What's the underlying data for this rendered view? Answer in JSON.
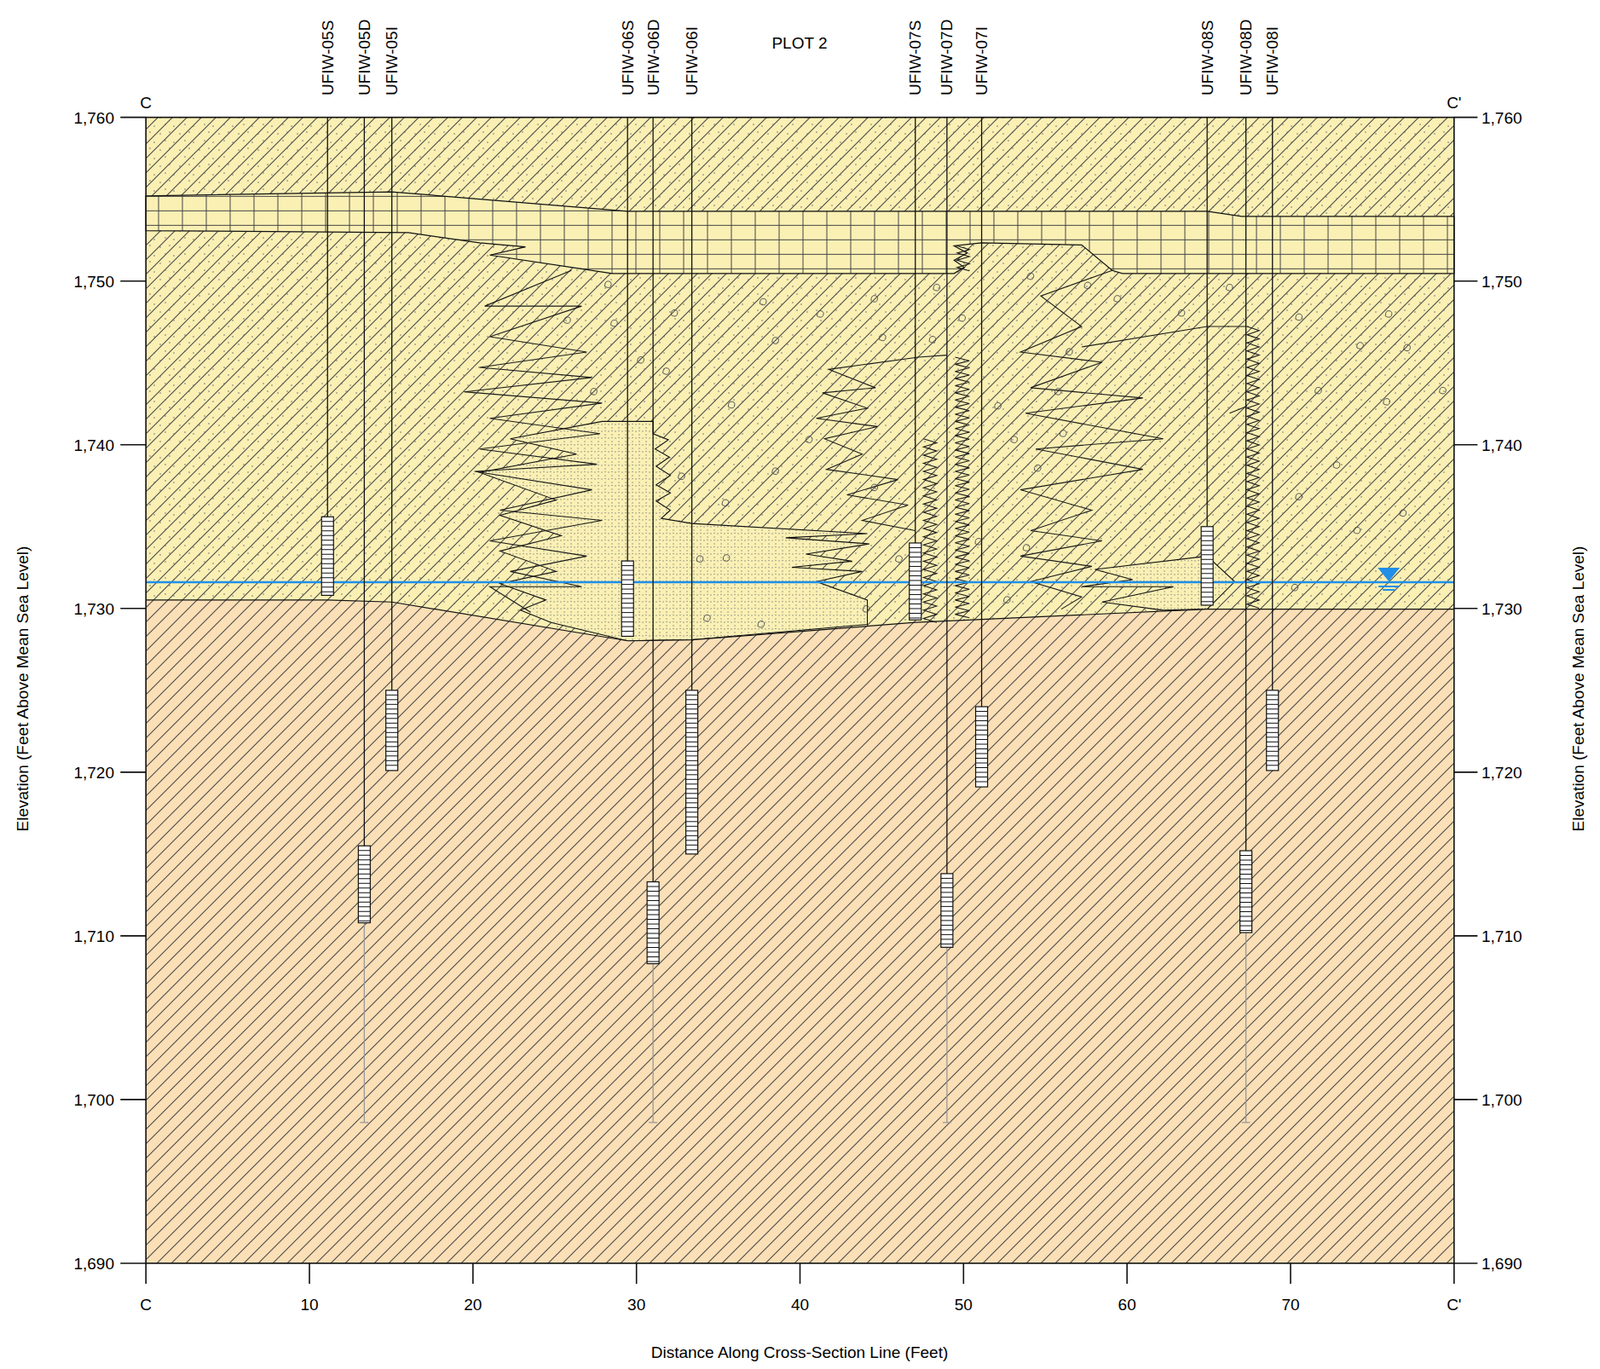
{
  "diagram": {
    "title": "PLOT 2",
    "labels": [
      "C",
      "C'",
      "UFIW-05S",
      "UFIW-05D",
      "UFIW-05I",
      "UFIW-06S",
      "UFIW-06D",
      "UFIW-06I",
      "UFIW-07S",
      "UFIW-07D",
      "UFIW-07I",
      "UFIW-08S",
      "UFIW-08D",
      "UFIW-08I",
      "1,760",
      "1,750",
      "1,740",
      "1,730",
      "1,720",
      "1,710",
      "1,700",
      "1,690",
      "1,760",
      "1,750",
      "1,740",
      "1,730",
      "1,720",
      "1,710",
      "1,700",
      "1,690",
      "C",
      "10",
      "20",
      "30",
      "40",
      "50",
      "60",
      "70",
      "C'",
      "Elevation (Feet Above Mean Sea Level)",
      "Elevation (Feet Above Mean Sea Level)",
      "Distance Along Cross-Section Line (Feet)"
    ]
  }
}
